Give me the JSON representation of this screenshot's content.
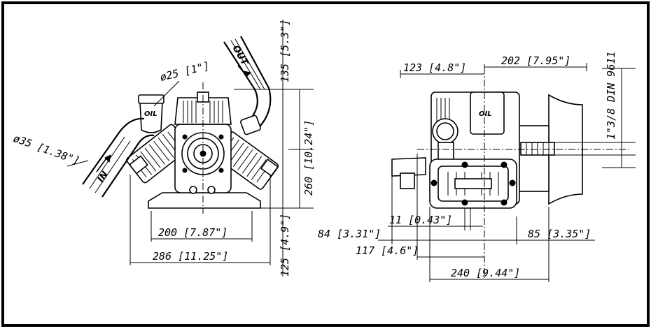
{
  "drawing": {
    "left_view": {
      "dim_inlet_dia": "ø35 [1.38\"]",
      "dim_outlet_dia": "ø25 [1\"]",
      "dim_top_height": "135 [5.3\"]",
      "dim_total_height": "260 [10.24\"]",
      "dim_bottom_height": "125 [4.9\"]",
      "dim_base_width": "200 [7.87\"]",
      "dim_total_width": "286 [11.25\"]",
      "label_in": "IN",
      "label_out": "OUT",
      "label_oil": "OIL"
    },
    "right_view": {
      "dim_123": "123 [4.8\"]",
      "dim_202": "202 [7.95\"]",
      "dim_shaft": "1\"3/8 DIN 9611",
      "dim_11": "11 [0.43\"]",
      "dim_84": "84 [3.31\"]",
      "dim_85": "85 [3.35\"]",
      "dim_117": "117 [4.6\"]",
      "dim_240": "240 [9.44\"]",
      "label_oil": "OIL"
    }
  }
}
